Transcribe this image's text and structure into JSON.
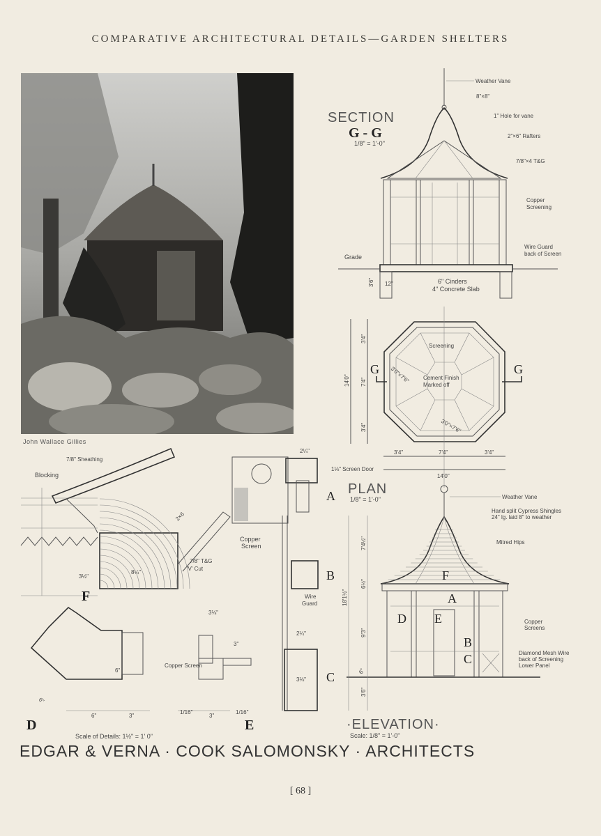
{
  "header": {
    "title": "COMPARATIVE ARCHITECTURAL DETAILS—GARDEN SHELTERS"
  },
  "photo": {
    "credit": "John Wallace Gillies"
  },
  "section": {
    "title": "SECTION",
    "mark": "G - G",
    "scale": "1/8\" = 1'-0\"",
    "labels": {
      "weather_vane": "Weather Vane",
      "post": "8\"×8\"",
      "hole": "1\" Hole for vane",
      "rafters": "2\"×6\" Rafters",
      "tg": "7/8\"×4 T&G",
      "copper": "Copper",
      "screening": "Screening",
      "wire1": "Wire Guard",
      "wire2": "back of Screen",
      "grade": "Grade",
      "cinders": "6\" Cinders",
      "slab": "4\" Concrete Slab",
      "dim_depth": "3'6\"",
      "dim_footing": "12\""
    }
  },
  "plan": {
    "title": "PLAN",
    "scale": "1/8\" = 1'-0\"",
    "labels": {
      "screening": "Screening",
      "cement1": "Cement Finish",
      "cement2": "Marked off",
      "g_left": "G",
      "g_right": "G",
      "door1": "3'0\"×7'6\"",
      "door2": "3'0\"×7'6\"",
      "dim_a": "3'4\"",
      "dim_b": "7'4\"",
      "dim_c": "3'4\"",
      "dim_total": "14'0\""
    }
  },
  "elevation": {
    "title": "·ELEVATION·",
    "scale": "Scale: 1/8\" = 1'-0\"",
    "labels": {
      "weather_vane": "Weather Vane",
      "shingles1": "Hand split Cypress Shingles",
      "shingles2": "24\" lg. laid 8\" to weather",
      "hips": "Mitred Hips",
      "copper1": "Copper",
      "copper2": "Screens",
      "mesh1": "Diamond Mesh Wire",
      "mesh2": "back of Screening",
      "mesh3": "Lower Panel",
      "dim_roof": "7'4½\"",
      "dim_total": "18'1½\"",
      "dim_eave": "6½\"",
      "dim_wall": "9'3\"",
      "dim_base": "6\"",
      "dim_found": "3'6\""
    },
    "markers": [
      "F",
      "A",
      "D",
      "E",
      "B",
      "C"
    ]
  },
  "details": {
    "labels": {
      "sheathing": "7/8\" Sheathing",
      "blocking": "Blocking",
      "rafter": "2×6",
      "tg1": "7/8\" T&G",
      "tg2": "'V' Cut",
      "d35": "3½\"",
      "d85": "8¼\"",
      "screen_door": "1⅛\" Screen Door",
      "copper_screen1": "Copper",
      "copper_screen2": "Screen",
      "wire1": "Wire",
      "wire2": "Guard",
      "copper3": "Copper Screen",
      "d24": "2¼\"",
      "d38": "3⅛\"",
      "d6a": "6\"",
      "d6b": "6\"",
      "d3a": "3\"",
      "d3b": "3\"",
      "d3c": "3\"",
      "d116a": "1/16\"",
      "d116b": "1/16\""
    },
    "letters": {
      "a": "A",
      "b": "B",
      "c": "C",
      "d": "D",
      "e": "E",
      "f": "F"
    },
    "scale": "Scale of Details: 1½\" = 1' 0\""
  },
  "footer": {
    "architects": "EDGAR & VERNA · COOK SALOMONSKY · ARCHITECTS",
    "page": "[ 68 ]"
  }
}
